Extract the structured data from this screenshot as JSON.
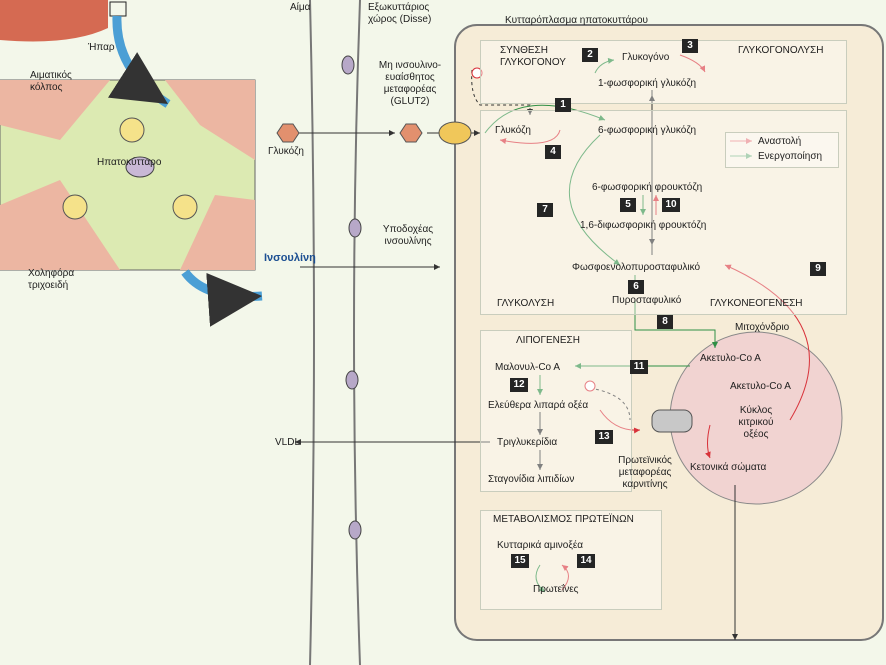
{
  "labels": {
    "liver": "Ήπαρ",
    "sinusoid": "Αιματικός κόλπος",
    "hepatocyte": "Ηπατοκύτταρο",
    "canaliculus": "Χοληφόρα τριχοειδή",
    "blood": "Αίμα",
    "disse": "Εξωκυττάριος χώρος (Disse)",
    "cytoplasm": "Κυτταρόπλασμα ηπατοκυττάρου",
    "glut2": "Μη ινσουλινο-ευαίσθητος μεταφορέας (GLUT2)",
    "glucose_out": "Γλυκόζη",
    "insulin": "Ινσουλίνη",
    "receptor": "Υποδοχέας ινσουλίνης",
    "glycogen_synth": "ΣΥΝΘΕΣΗ ΓΛΥΚΟΓΟΝΟΥ",
    "glycogenolysis": "ΓΛΥΚΟΓΟΝΟΛΥΣΗ",
    "glycogen": "Γλυκογόνο",
    "g1p": "1-φωσφορική γλυκόζη",
    "glucose_in": "Γλυκόζη",
    "g6p": "6-φωσφορική γλυκόζη",
    "inhibition": "Αναστολή",
    "activation": "Ενεργοποίηση",
    "f6p": "6-φωσφορική φρουκτόζη",
    "f16p": "1,6-διφωσφορική φρουκτόζη",
    "pep": "Φωσφοενολοπυροσταφυλικό",
    "pyruvate": "Πυροσταφυλικό",
    "glycolysis": "ΓΛΥΚΟΛΥΣΗ",
    "gluconeogenesis": "ΓΛΥΚΟΝΕΟΓΕΝΕΣΗ",
    "mito": "Μιτοχόνδριο",
    "lipogenesis": "ΛΙΠΟΓΕΝΕΣΗ",
    "malonyl": "Μαλονυλ-Co A",
    "acetyl1": "Ακετυλο-Co A",
    "acetyl2": "Ακετυλο-Co A",
    "ffa": "Ελεύθερα λιπαρά οξέα",
    "tg": "Τριγλυκερίδια",
    "vldl": "VLDL",
    "droplets": "Σταγονίδια λιπιδίων",
    "krebs": "Κύκλος κιτρικού οξέος",
    "carnitine": "Πρωτεϊνικός μεταφορέας καρνιτίνης",
    "ketones": "Κετονικά σώματα",
    "protein_met": "ΜΕΤΑΒΟΛΙΣΜΟΣ ΠΡΩΤΕΪΝΩΝ",
    "aa": "Κυτταρικά αμινοξέα",
    "proteins": "Πρωτεΐνες"
  },
  "steps": {
    "s1": "1",
    "s2": "2",
    "s3": "3",
    "s4": "4",
    "s5": "5",
    "s6": "6",
    "s7": "7",
    "s8": "8",
    "s9": "9",
    "s10": "10",
    "s11": "11",
    "s12": "12",
    "s13": "13",
    "s14": "14",
    "s15": "15"
  },
  "colors": {
    "inhibition": "#d8323a",
    "activation": "#2f8f45",
    "blue_arrow": "#4b9fd5"
  }
}
